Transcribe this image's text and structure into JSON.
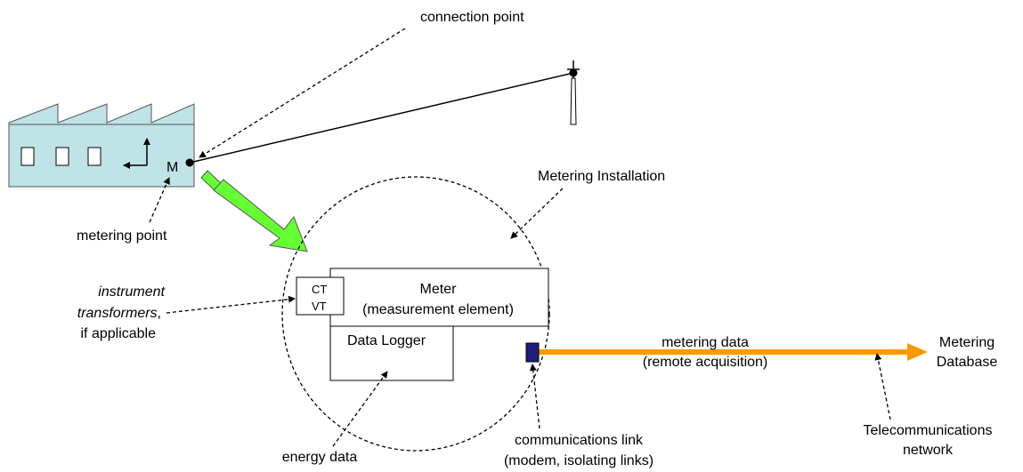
{
  "labels": {
    "connection_point": "connection point",
    "metering_point": "metering point",
    "metering_installation": "Metering Installation",
    "instrument_transformers_line1": "instrument",
    "instrument_transformers_line2": "transformers",
    "instrument_transformers_line2_suffix": ",",
    "instrument_transformers_line3": "if applicable",
    "ct": "CT",
    "vt": "VT",
    "meter_line1": "Meter",
    "meter_line2": "(measurement element)",
    "data_logger": "Data Logger",
    "metering_data_line1": "metering data",
    "metering_data_line2": "(remote acquisition)",
    "metering_db_line1": "Metering",
    "metering_db_line2": "Database",
    "energy_data": "energy data",
    "comms_link_line1": "communications link",
    "comms_link_line2": "(modem, isolating links)",
    "telecom_line1": "Telecommunications",
    "telecom_line2": "network",
    "meter_symbol": "M"
  },
  "colors": {
    "factory_fill": "#bfe3e6",
    "big_arrow_fill": "#66ff33",
    "data_arrow": "#ff9900",
    "modem_fill": "#1f1f7a"
  }
}
